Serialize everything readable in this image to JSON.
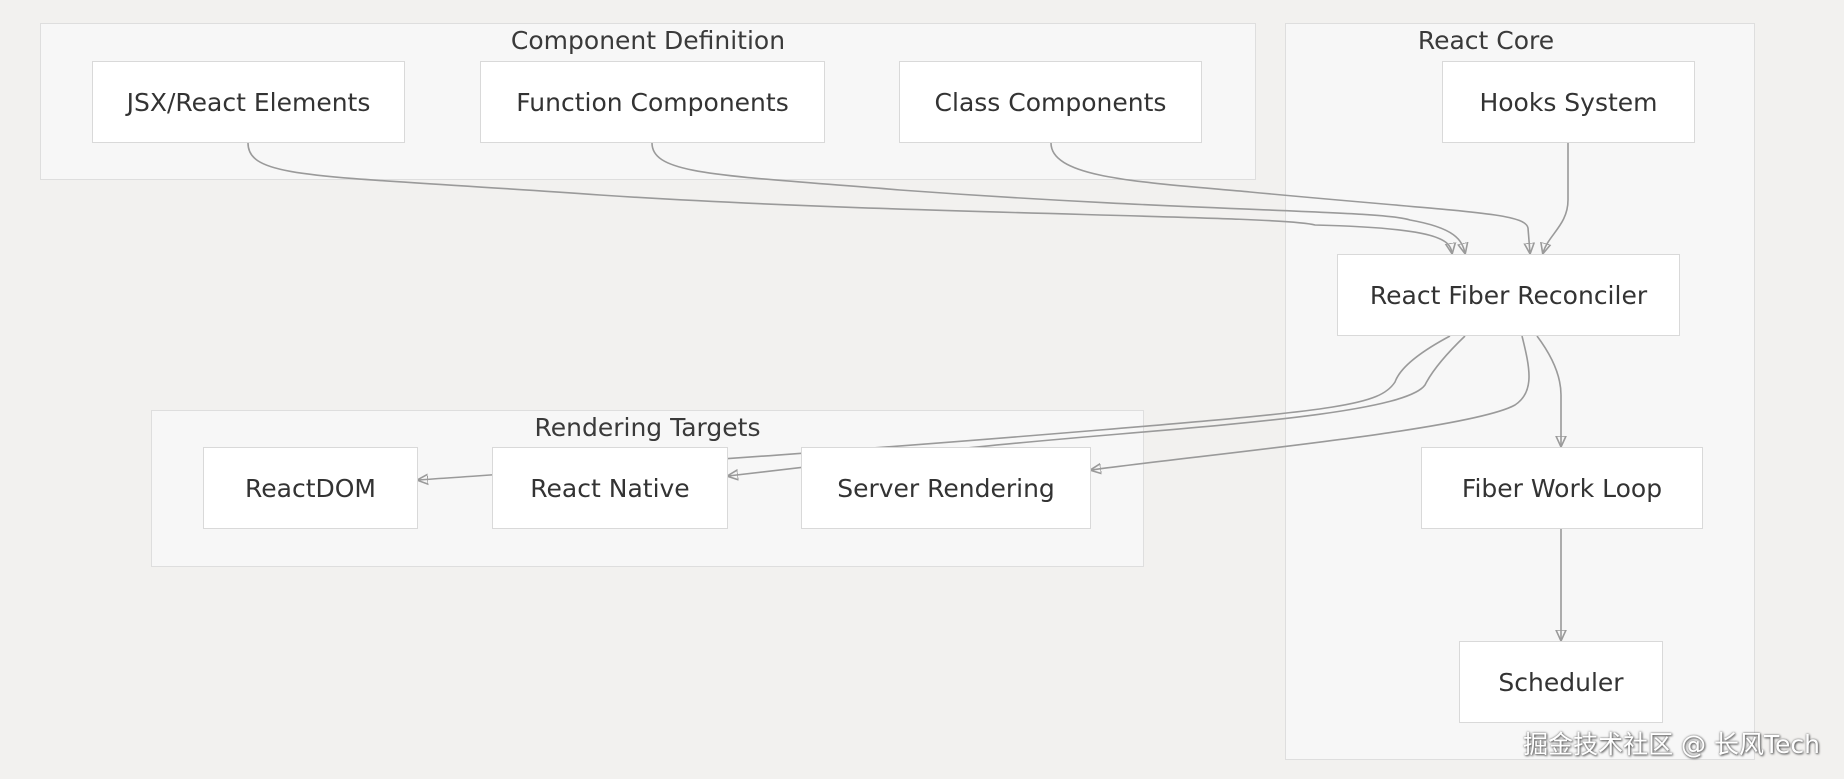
{
  "groups": {
    "component_definition": {
      "title": "Component Definition"
    },
    "react_core": {
      "title": "React Core"
    },
    "rendering_targets": {
      "title": "Rendering Targets"
    }
  },
  "nodes": {
    "jsx": "JSX/React Elements",
    "function_components": "Function Components",
    "class_components": "Class Components",
    "hooks_system": "Hooks System",
    "fiber_reconciler": "React Fiber Reconciler",
    "fiber_work_loop": "Fiber Work Loop",
    "scheduler": "Scheduler",
    "react_dom": "ReactDOM",
    "react_native": "React Native",
    "server_rendering": "Server Rendering"
  },
  "edges": [
    {
      "from": "JSX/React Elements",
      "to": "React Fiber Reconciler"
    },
    {
      "from": "Function Components",
      "to": "React Fiber Reconciler"
    },
    {
      "from": "Class Components",
      "to": "React Fiber Reconciler"
    },
    {
      "from": "Hooks System",
      "to": "React Fiber Reconciler"
    },
    {
      "from": "React Fiber Reconciler",
      "to": "ReactDOM"
    },
    {
      "from": "React Fiber Reconciler",
      "to": "React Native"
    },
    {
      "from": "React Fiber Reconciler",
      "to": "Server Rendering"
    },
    {
      "from": "React Fiber Reconciler",
      "to": "Fiber Work Loop"
    },
    {
      "from": "Fiber Work Loop",
      "to": "Scheduler"
    }
  ],
  "watermark": "掘金技术社区 @ 长风Tech"
}
